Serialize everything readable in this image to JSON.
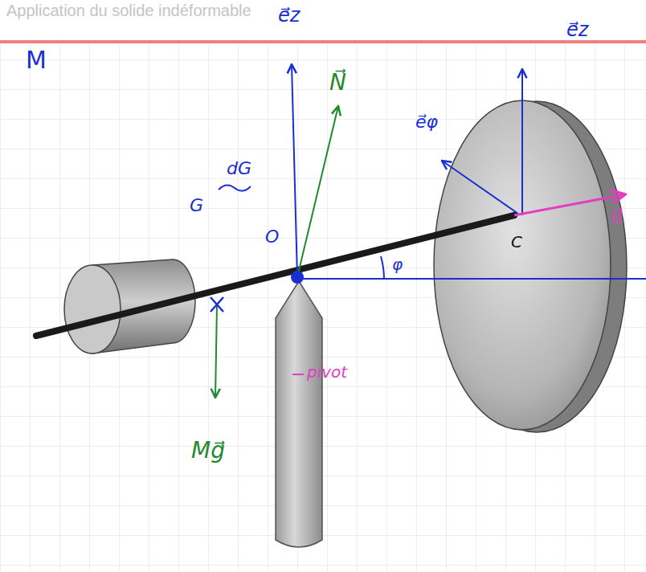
{
  "diagram": {
    "title": "Application du solide indéformable",
    "labels": [
      "M",
      "e⃗z",
      "N⃗",
      "e⃗z",
      "e⃗φ",
      "dG",
      "G",
      "O",
      "φ",
      "C",
      "u⃗",
      "pivot",
      "Mg⃗"
    ]
  }
}
